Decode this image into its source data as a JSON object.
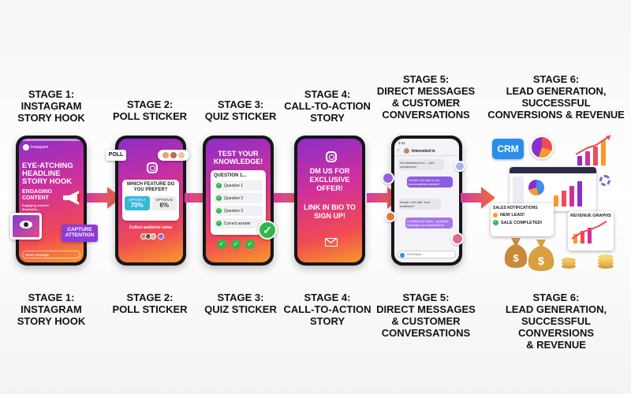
{
  "top_titles": [
    [
      "STAGE 1:",
      "INSTAGRAM",
      "STORY HOOK"
    ],
    [
      "STAGE 2:",
      "POLL STICKER"
    ],
    [
      "STAGE 3:",
      "QUIZ STICKER"
    ],
    [
      "STAGE 4:",
      "CALL-TO-ACTION",
      "STORY"
    ],
    [
      "STAGE 5:",
      "DIRECT MESSAGES",
      "& CUSTOMER",
      "CONVERSATIONS"
    ],
    [
      "STAGE 6:",
      "LEAD GENERATION,",
      "SUCCESSFUL",
      "CONVERSIONS & REVENUE"
    ]
  ],
  "bottom_titles": [
    [
      "STAGE 1:",
      "INSTAGRAM",
      "STORY HOOK"
    ],
    [
      "STAGE 2:",
      "POLL STICKER"
    ],
    [
      "STAGE 3:",
      "QUIZ STICKER"
    ],
    [
      "STAGE 4:",
      "CALL-TO-ACTION",
      "STORY"
    ],
    [
      "STAGE 5:",
      "DIRECT MESSAGES",
      "& CUSTOMER",
      "CONVERSATIONS"
    ],
    [
      "STAGE 6:",
      "LEAD GENERATION,",
      "SUCCESSFUL",
      "CONVERSIONS",
      "& REVENUE"
    ]
  ],
  "stage1": {
    "header_user": "Instagram",
    "headline": "EYE-ATCHING HEADLINE STORY HOOK",
    "engaging": "ENGAGING CONTENT",
    "engaging_sub": "Engaging content illustrates...",
    "capture": "CAPTURE ATTENTION",
    "message_placeholder": "Send message"
  },
  "stage2": {
    "poll_tag": "POLL",
    "question": "WHICH FEATURE DO YOU PREFER?",
    "option_a": "OPTION A",
    "option_a_pct": "70%",
    "option_b": "OPTION B",
    "option_b_pct": "6%",
    "collect": "Collect audience votes"
  },
  "stage3": {
    "headline": "TEST YOUR KNOWLEDGE!",
    "card_title": "QUESTION 1...",
    "answers": [
      "Question 1",
      "Question 2",
      "Question 3",
      "Correct answer"
    ]
  },
  "stage4": {
    "offer": "DM US FOR EXCLUSIVE OFFER!",
    "link": "LINK IN BIO TO SIGN UP!"
  },
  "stage5": {
    "time": "9:41",
    "chat_title": "Interested in",
    "msg1": "Hi! Interested in a... Let's connect too",
    "msg2": "Great! Let's talk in our conversations details?",
    "msg3": "Great! Let's talk: Your audience?",
    "msg4": "I needed our more... question message our conversions!",
    "input_placeholder": "Message..."
  },
  "stage6": {
    "crm": "CRM",
    "sales_notifications": "SALES NOTIFICATIONS",
    "new_lead": "NEW LEAD!",
    "sale_completed": "SALE COMPLETED!",
    "revenue_graphs": "REVENUE GRAPHS"
  },
  "colors": {
    "gradient_start": "#8d2ec9",
    "gradient_mid": "#d0309a",
    "gradient_end": "#f79a2a",
    "success_green": "#2eb84b"
  }
}
